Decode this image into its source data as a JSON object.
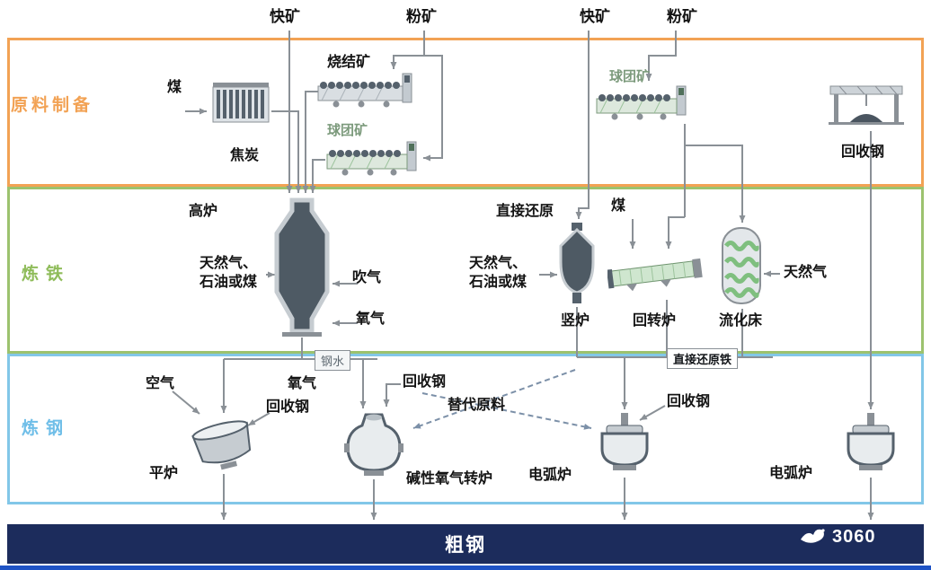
{
  "top_labels": {
    "lump1": "快矿",
    "fines1": "粉矿",
    "lump2": "快矿",
    "fines2": "粉矿"
  },
  "bands": {
    "prep": {
      "label": "原料制备",
      "color": "#F2A254"
    },
    "iron": {
      "label": "炼铁",
      "color": "#9CC26E"
    },
    "steel": {
      "label": "炼钢",
      "color": "#82C7E8"
    }
  },
  "prep": {
    "coal": "煤",
    "coke": "焦炭",
    "sinter": "烧结矿",
    "pellet_left": "球团矿",
    "pellet_right": "球团矿",
    "recycled_steel": "回收钢"
  },
  "iron": {
    "blast_furnace": "高炉",
    "fuel_left": "天然气、\n石油或煤",
    "blow_gas": "吹气",
    "oxygen": "氧气",
    "direct_reduction": "直接还原",
    "fuel_mid": "天然气、\n石油或煤",
    "shaft_furnace": "竖炉",
    "coal": "煤",
    "rotary_kiln": "回转炉",
    "fluidized_bed": "流化床",
    "natural_gas": "天然气"
  },
  "steel": {
    "molten_steel": "钢水",
    "dri": "直接还原铁",
    "air": "空气",
    "recycled1": "回收钢",
    "oxygen": "氧气",
    "recycled2": "回收钢",
    "alt_material": "替代原料",
    "open_hearth": "平炉",
    "bof": "碱性氧气转炉",
    "eaf_left": "电弧炉",
    "recycled3": "回收钢",
    "eaf_right": "电弧炉"
  },
  "output": {
    "crude_steel": "粗钢"
  },
  "watermark": {
    "text": "3060"
  },
  "colors": {
    "band_prep": "#F2A254",
    "band_iron": "#9CC26E",
    "band_steel": "#82C7E8",
    "bottom_bar": "#1C2C5C",
    "bottom_line": "#1E53C6",
    "connector": "#8A9096",
    "dashed": "#7C90A8"
  }
}
